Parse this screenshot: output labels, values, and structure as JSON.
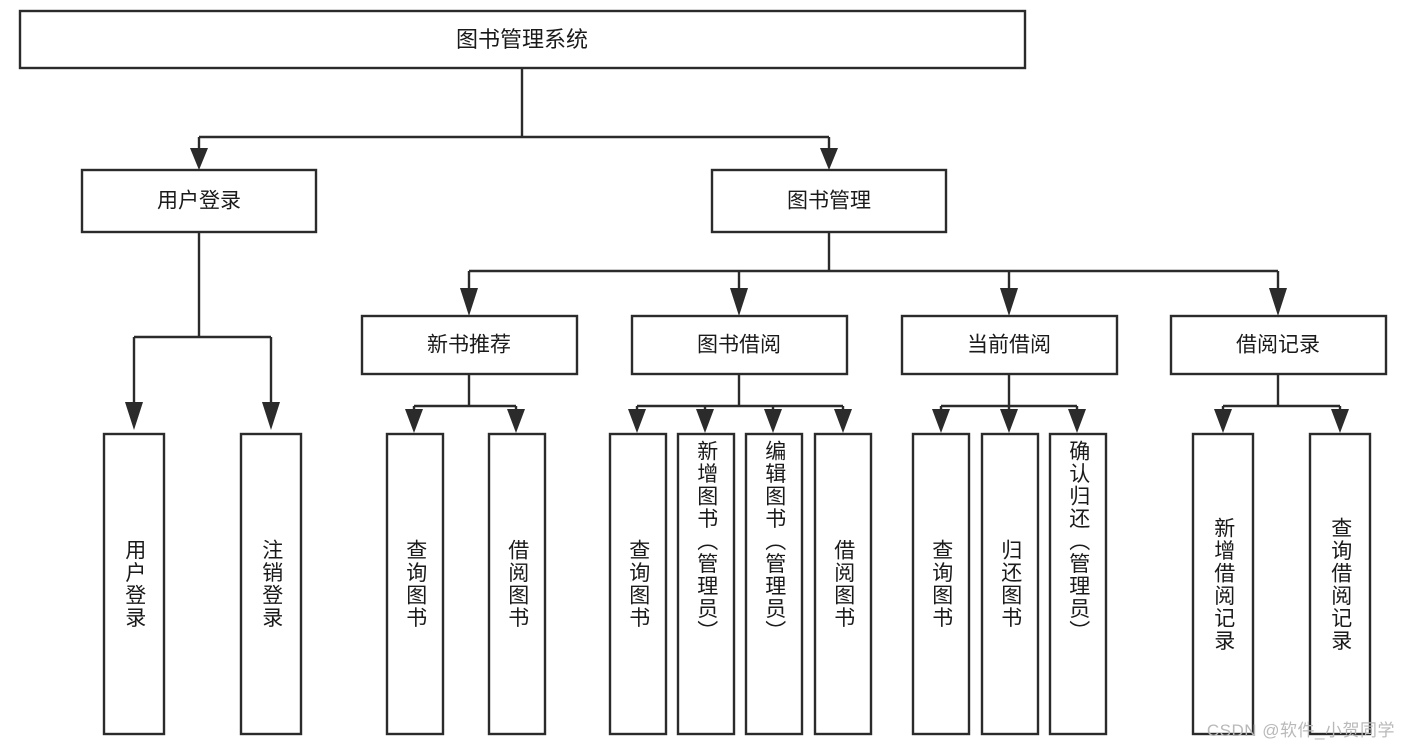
{
  "diagram": {
    "type": "tree-hierarchy",
    "title_node": {
      "label": "图书管理系统"
    },
    "level2": [
      {
        "id": "user-login",
        "label": "用户登录"
      },
      {
        "id": "book-management",
        "label": "图书管理"
      }
    ],
    "level3": [
      {
        "id": "new-book-recommend",
        "label": "新书推荐"
      },
      {
        "id": "book-borrow",
        "label": "图书借阅"
      },
      {
        "id": "current-borrow",
        "label": "当前借阅"
      },
      {
        "id": "borrow-record",
        "label": "借阅记录"
      }
    ],
    "leaves": [
      {
        "id": "leaf-user-login",
        "label": "用户登录",
        "parent": "user-login"
      },
      {
        "id": "leaf-logout",
        "label": "注销登录",
        "parent": "user-login"
      },
      {
        "id": "leaf-query-book-1",
        "label": "查询图书",
        "parent": "new-book-recommend"
      },
      {
        "id": "leaf-borrow-book-1",
        "label": "借阅图书",
        "parent": "new-book-recommend"
      },
      {
        "id": "leaf-query-book-2",
        "label": "查询图书",
        "parent": "book-borrow"
      },
      {
        "id": "leaf-add-book",
        "label": "新增图书（管理员）",
        "parent": "book-borrow"
      },
      {
        "id": "leaf-edit-book",
        "label": "编辑图书（管理员）",
        "parent": "book-borrow"
      },
      {
        "id": "leaf-borrow-book-2",
        "label": "借阅图书",
        "parent": "book-borrow"
      },
      {
        "id": "leaf-query-book-3",
        "label": "查询图书",
        "parent": "current-borrow"
      },
      {
        "id": "leaf-return-book",
        "label": "归还图书",
        "parent": "current-borrow"
      },
      {
        "id": "leaf-confirm-return",
        "label": "确认归还（管理员）",
        "parent": "current-borrow"
      },
      {
        "id": "leaf-add-record",
        "label": "新增借阅记录",
        "parent": "borrow-record"
      },
      {
        "id": "leaf-query-record",
        "label": "查询借阅记录",
        "parent": "borrow-record"
      }
    ],
    "colors": {
      "stroke": "#2b2b2b",
      "fill": "#ffffff",
      "text": "#1a1a1a",
      "watermark": "#b9b9b9"
    }
  },
  "watermark": {
    "text": "CSDN @软件_小贺同学"
  }
}
